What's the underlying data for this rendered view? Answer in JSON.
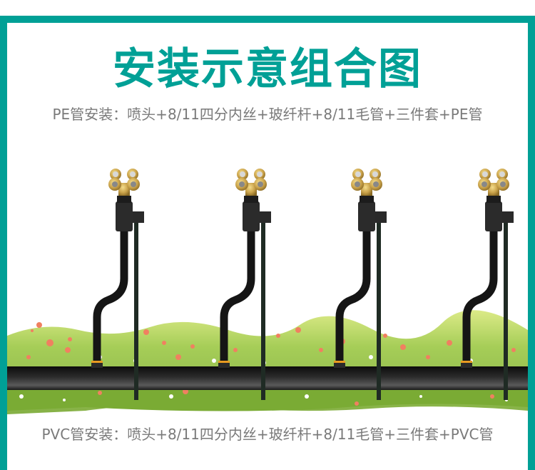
{
  "title": "安装示意组合图",
  "pe_install": "PE管安装：喷头+8/11四分内丝+玻纤杆+8/11毛管+三件套+PE管",
  "pvc_install": "PVC管安装：喷头+8/11四分内丝+玻纤杆+8/11毛管+三件套+PVC管",
  "colors": {
    "accent": "#00a096",
    "text_gray": "#7a7a7a",
    "brass": "#c9a24a",
    "pipe": "#1e1e1e",
    "stake": "#1f2b24",
    "grass": "#8bbd3a",
    "flower": "#f08060"
  },
  "illustration": {
    "sprinkler_count": 4,
    "nozzle": "four-way brass mist nozzle",
    "main_pipe": "horizontal black main pipe",
    "background": "grass and flowers"
  }
}
